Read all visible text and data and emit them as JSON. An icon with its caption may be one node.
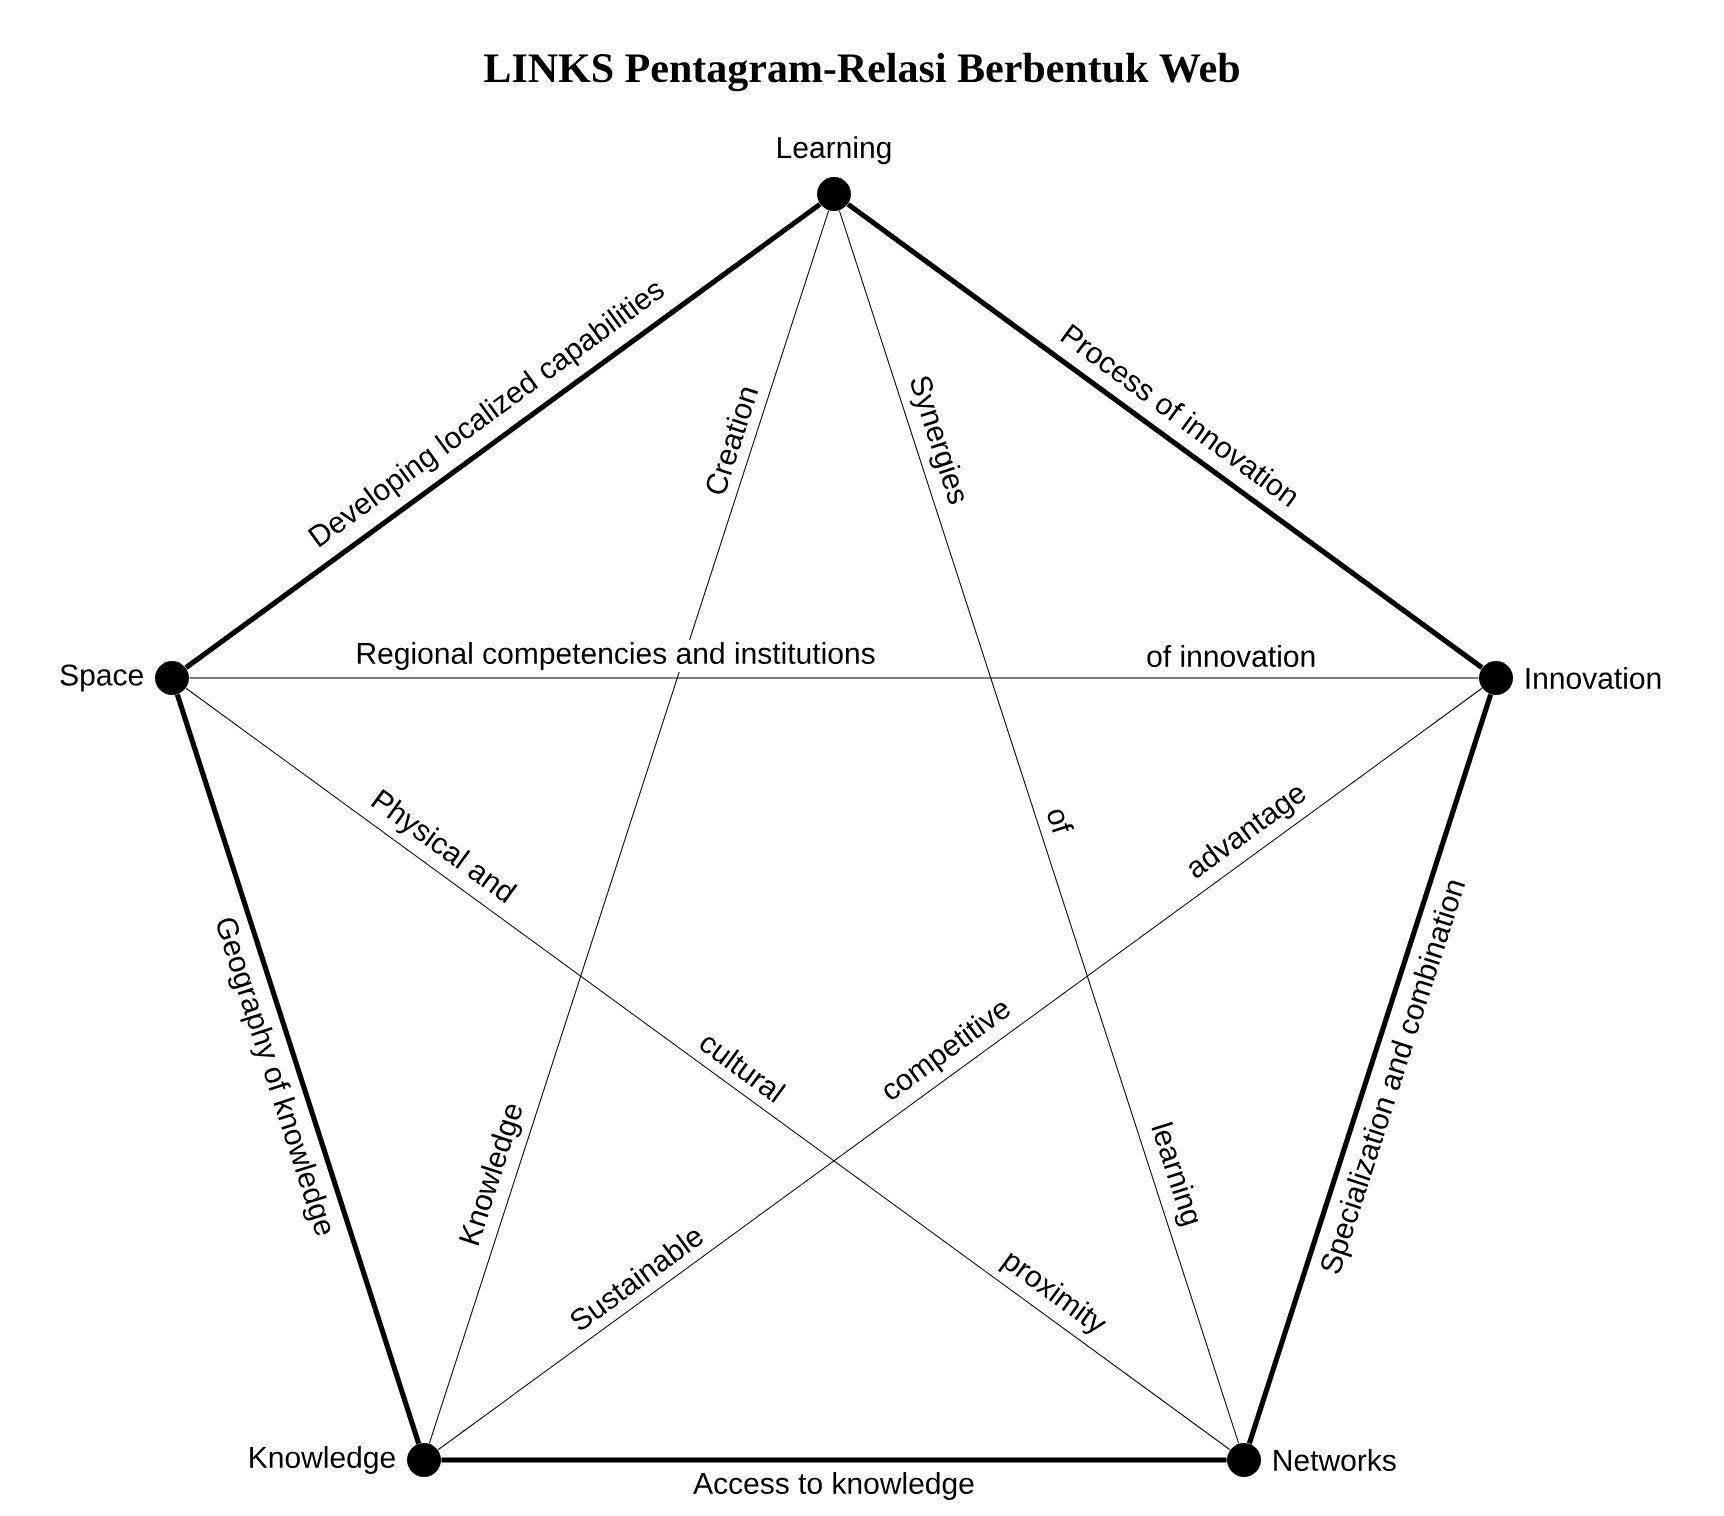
{
  "diagram": {
    "title": "LINKS Pentagram-Relasi Berbentuk Web",
    "nodes": [
      {
        "text": [
          "Learning"
        ]
      },
      {
        "text": [
          "Innovation"
        ]
      },
      {
        "text": [
          "Networks"
        ]
      },
      {
        "text": [
          "Knowledge"
        ]
      },
      {
        "text": [
          "Space"
        ]
      }
    ],
    "edges": [
      {
        "from": 4,
        "to": 0,
        "arrow": "none",
        "label": "Developing localized capabilities",
        "style": "thick"
      },
      {
        "from": 0,
        "to": 1,
        "arrow": "none",
        "label": "Process of innovation",
        "style": "thick"
      },
      {
        "from": 1,
        "to": 2,
        "arrow": "none",
        "label": "Specialization and combination",
        "style": "thick"
      },
      {
        "from": 3,
        "to": 2,
        "arrow": "none",
        "label": "Access to knowledge",
        "style": "thick"
      },
      {
        "from": 4,
        "to": 3,
        "arrow": "none",
        "label": "Geography of knowledge",
        "style": "thick"
      },
      {
        "from": 4,
        "to": 1,
        "arrow": "none"
      },
      {
        "from": 3,
        "to": 0,
        "arrow": "none"
      },
      {
        "from": 0,
        "to": 2,
        "arrow": "none"
      },
      {
        "from": 4,
        "to": 2,
        "arrow": "none"
      },
      {
        "from": 3,
        "to": 1,
        "arrow": "none"
      }
    ],
    "labels": [
      "Regional competencies and institutions",
      "of innovation",
      "Creation",
      "Synergies",
      "Physical and",
      "advantage",
      "of",
      "cultural",
      "competitive",
      "Knowledge",
      "learning",
      "Sustainable",
      "proximity"
    ]
  }
}
